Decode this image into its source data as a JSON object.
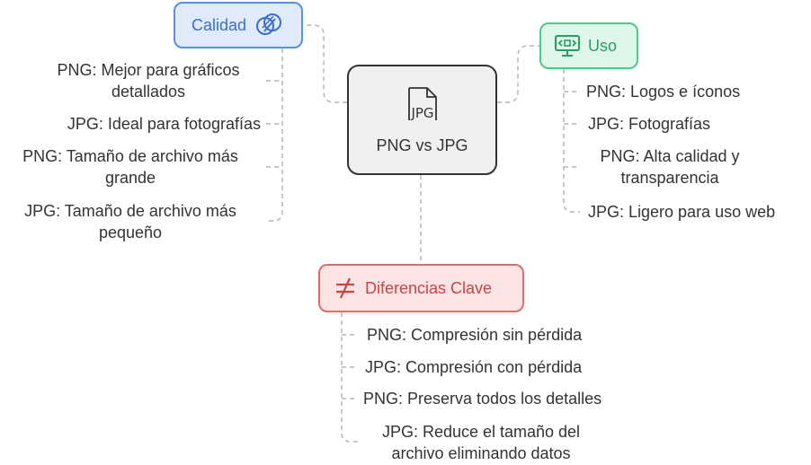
{
  "center": {
    "label": "PNG vs JPG",
    "icon": "jpg-file-icon"
  },
  "branches": {
    "calidad": {
      "title": "Calidad",
      "icon": "overlapping-circles-icon",
      "color": "#3b6fce",
      "items": [
        "PNG: Mejor para gráficos\ndetallados",
        "JPG: Ideal para fotografías",
        "PNG: Tamaño de archivo más\ngrande",
        "JPG: Tamaño de archivo más\npequeño"
      ]
    },
    "uso": {
      "title": "Uso",
      "icon": "monitor-code-icon",
      "color": "#2b9d63",
      "items": [
        "PNG: Logos e íconos",
        "JPG: Fotografías",
        "PNG: Alta calidad y\ntransparencia",
        "JPG: Ligero para uso web"
      ]
    },
    "diferencias": {
      "title": "Diferencias Clave",
      "icon": "not-equal-icon",
      "color": "#c94444",
      "items": [
        "PNG: Compresión sin pérdida",
        "JPG: Compresión con pérdida",
        "PNG: Preserva todos los detalles",
        "JPG: Reduce el tamaño del\narchivo eliminando datos"
      ]
    }
  }
}
